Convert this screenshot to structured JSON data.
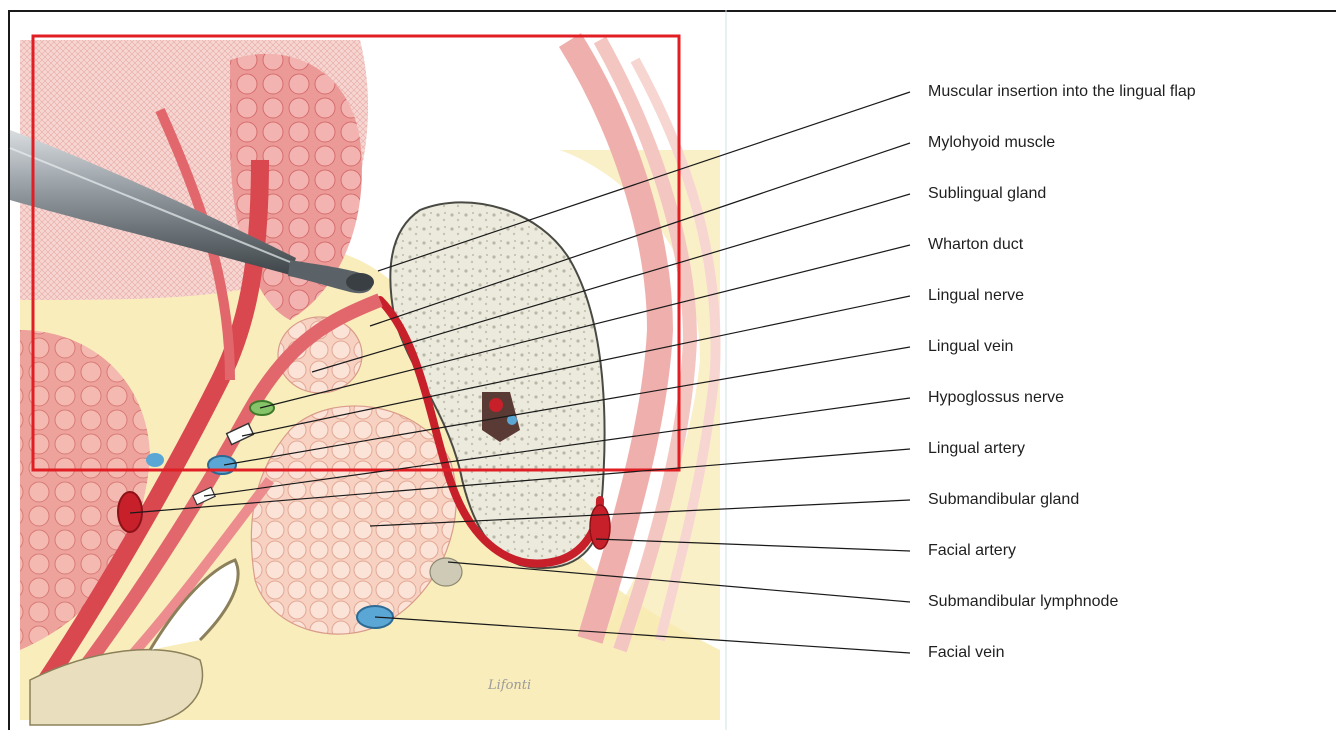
{
  "labels": [
    {
      "id": "muscular-insertion",
      "text": "Muscular insertion into the lingual flap"
    },
    {
      "id": "mylohyoid-muscle",
      "text": "Mylohyoid muscle"
    },
    {
      "id": "sublingual-gland",
      "text": "Sublingual gland"
    },
    {
      "id": "wharton-duct",
      "text": "Wharton duct"
    },
    {
      "id": "lingual-nerve",
      "text": "Lingual nerve"
    },
    {
      "id": "lingual-vein",
      "text": "Lingual vein"
    },
    {
      "id": "hypoglossus-nerve",
      "text": "Hypoglossus nerve"
    },
    {
      "id": "lingual-artery",
      "text": "Lingual artery"
    },
    {
      "id": "submandibular-gland",
      "text": "Submandibular gland"
    },
    {
      "id": "facial-artery",
      "text": "Facial artery"
    },
    {
      "id": "submandibular-lymphnode",
      "text": "Submandibular lymphnode"
    },
    {
      "id": "facial-vein",
      "text": "Facial vein"
    }
  ],
  "signature": "Lifonti",
  "colors": {
    "highlight_box": "#e01e24",
    "muscle": "#d9474f",
    "muscle_light": "#efa3a3",
    "gland": "#f4c7b8",
    "fat": "#f6e8a8",
    "bone": "#e8e8d8",
    "vein": "#5aa7d6",
    "nerve_green": "#86c46a",
    "artery": "#c8202b",
    "leader_line": "#1a1a1a"
  }
}
